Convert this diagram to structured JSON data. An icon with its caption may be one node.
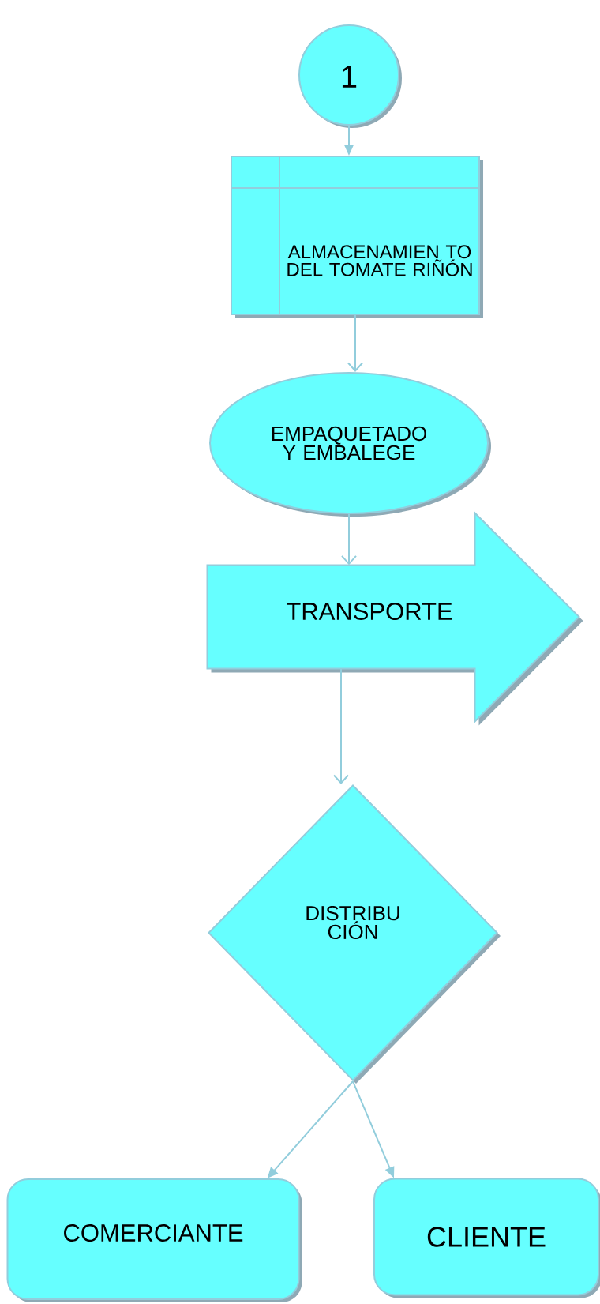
{
  "diagram": {
    "nodes": [
      {
        "text": [
          "1"
        ]
      },
      {
        "text": [
          "ALMACENAMIEN TO DEL TOMATE RIÑÓN"
        ]
      },
      {
        "text": [
          "EMPAQUETADO Y EMBALEGE"
        ]
      },
      {
        "text": [
          "TRANSPORTE"
        ]
      },
      {
        "text": [
          "DISTRIBU CIÓN"
        ]
      },
      {
        "text": [
          "COMERCIANTE"
        ]
      },
      {
        "text": [
          "CLIENTE"
        ]
      }
    ],
    "edges": [
      {
        "from": 0,
        "to": 1,
        "arrow": "to"
      },
      {
        "from": 1,
        "to": 2,
        "arrow": "to"
      },
      {
        "from": 2,
        "to": 3,
        "arrow": "to"
      },
      {
        "from": 3,
        "to": 4,
        "arrow": "to"
      },
      {
        "from": 4,
        "to": 5,
        "arrow": "to"
      },
      {
        "from": 4,
        "to": 6,
        "arrow": "to"
      }
    ]
  }
}
